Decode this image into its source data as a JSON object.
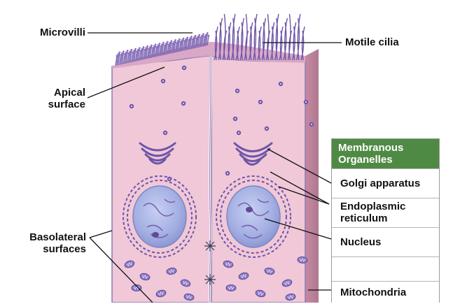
{
  "labels": {
    "microvilli": "Microvilli",
    "apical_surface": "Apical\nsurface",
    "basolateral_surfaces": "Basolateral\nsurfaces",
    "motile_cilia": "Motile cilia"
  },
  "legend": {
    "title": "Membranous\nOrganelles",
    "items": [
      "Golgi apparatus",
      "Endoplasmic\nreticulum",
      "Nucleus",
      "Mitochondria"
    ]
  },
  "colors": {
    "cytoplasm": "#f0c8d8",
    "cytoplasm_side": "#d49ab0",
    "membrane": "#7d6aa5",
    "organelle": "#7a5fb0",
    "nucleus": "#a9b4e4",
    "legend_header": "#4f8a45"
  }
}
